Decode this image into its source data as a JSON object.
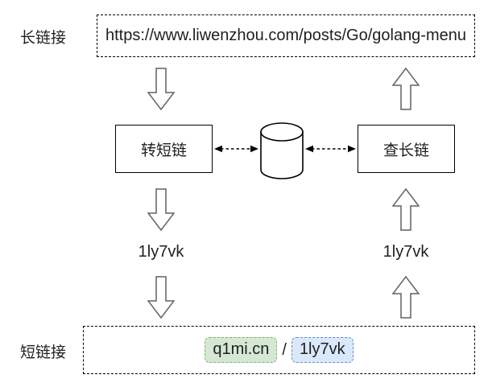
{
  "labels": {
    "long_link": "长链接",
    "short_link": "短链接"
  },
  "top_box": {
    "url": "https://www.liwenzhou.com/posts/Go/golang-menu"
  },
  "process": {
    "shorten_label": "转短链",
    "lookup_label": "查长链"
  },
  "codes": {
    "left": "1ly7vk",
    "right": "1ly7vk"
  },
  "bottom_box": {
    "domain": "q1mi.cn",
    "separator": "/",
    "code": "1ly7vk"
  },
  "icons": {
    "database": "database-cylinder-icon",
    "block_arrow_down": "block-arrow-down-icon",
    "block_arrow_up": "block-arrow-up-icon",
    "dashed_double_arrow": "dashed-double-arrow-icon"
  },
  "colors": {
    "stroke": "#000000",
    "arrow_outline": "#616161",
    "text": "#1f1f1f",
    "domain_chip_bg": "#d5e8d4",
    "domain_chip_border": "#82b366",
    "code_chip_bg": "#dae8fc",
    "code_chip_border": "#6c8ebf"
  }
}
